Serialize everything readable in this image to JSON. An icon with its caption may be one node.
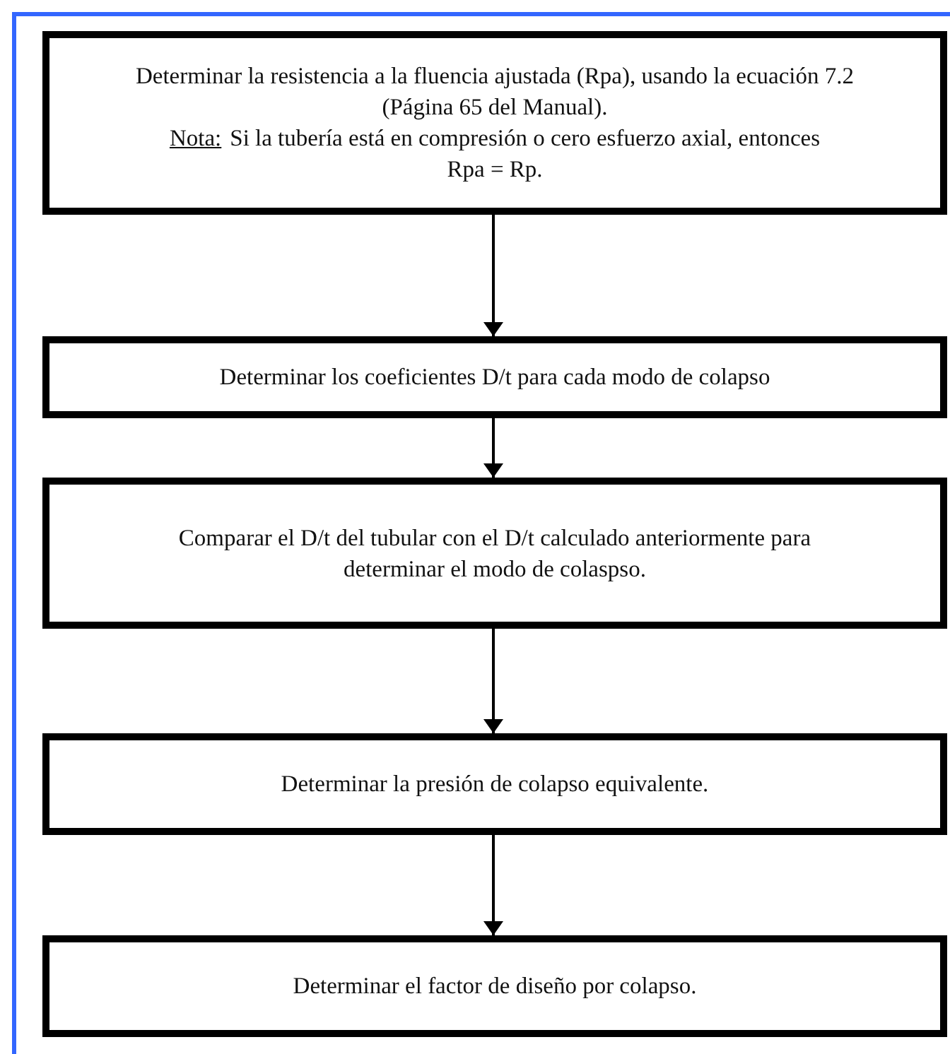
{
  "diagram": {
    "nodes": [
      {
        "text": [
          "Determinar la resistencia a la fluencia ajustada (Rpa), usando la ecuación 7.2 (Página 65 del Manual).",
          "Nota:",
          "Si la tubería está en compresión o cero esfuerzo axial, entonces Rpa = Rp."
        ]
      },
      {
        "text": [
          "Determinar los coeficientes D/t para cada modo de colapso"
        ]
      },
      {
        "text": [
          "Comparar el D/t del tubular con el D/t calculado anteriormente para determinar el modo de colaspso."
        ]
      },
      {
        "text": [
          "Determinar la presión de colapso equivalente."
        ]
      },
      {
        "text": [
          "Determinar el factor de diseño por colapso."
        ]
      }
    ],
    "edges": [
      {
        "from": 0,
        "to": 1,
        "arrow": "to"
      },
      {
        "from": 1,
        "to": 2,
        "arrow": "to"
      },
      {
        "from": 2,
        "to": 3,
        "arrow": "to"
      },
      {
        "from": 3,
        "to": 4,
        "arrow": "to"
      }
    ]
  }
}
